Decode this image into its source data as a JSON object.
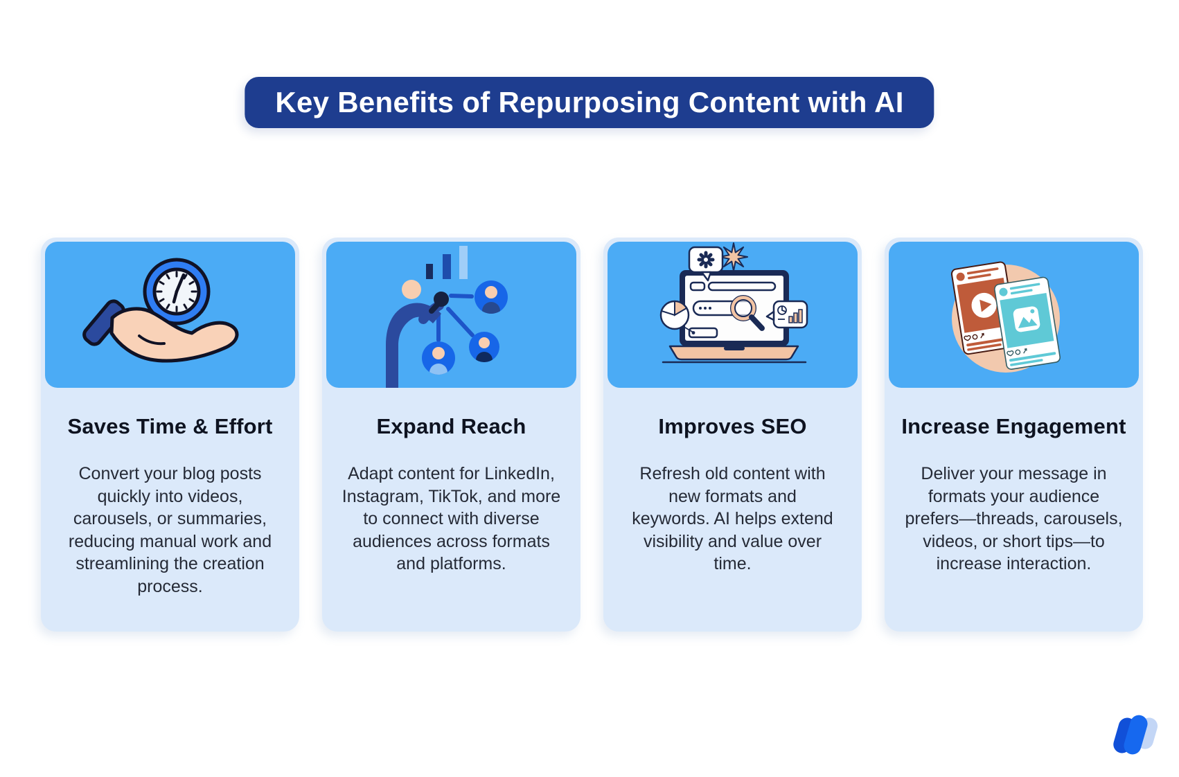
{
  "title": {
    "text": "Key Benefits of Repurposing Content with AI"
  },
  "cards": [
    {
      "heading": "Saves Time & Effort",
      "body": "Convert your blog posts quickly into videos, carousels, or summaries, reducing manual work and streamlining the creation process.",
      "icon": "hand-holding-clock-illustration"
    },
    {
      "heading": "Expand Reach",
      "body": "Adapt content for LinkedIn, Instagram, TikTok, and more to connect with diverse audiences across formats and platforms.",
      "icon": "speaker-audience-network-illustration"
    },
    {
      "heading": "Improves SEO",
      "body": "Refresh old content with new formats and keywords. AI helps extend visibility and value over time.",
      "icon": "laptop-search-seo-illustration"
    },
    {
      "heading": "Increase Engagement",
      "body": "Deliver your message in formats your audience prefers—threads, carousels, videos, or short tips—to increase interaction.",
      "icon": "social-media-posts-illustration"
    }
  ],
  "colors": {
    "banner_bg": "#1e3d8f",
    "banner_text": "#ffffff",
    "card_media_bg": "#4babf5",
    "card_body_bg": "#dbe9fa",
    "heading_text": "#0e1320",
    "body_text": "#252a36",
    "illustration_navy": "#2b4a9e",
    "illustration_blue": "#1766e8",
    "illustration_peach": "#f2c4a4",
    "illustration_skin": "#f8ceb0",
    "accent_orange": "#bf5b3a",
    "accent_teal": "#5fc9d6"
  },
  "logo": {
    "name": "w-brand-mark",
    "pill_colors": [
      "#1150d8",
      "#1668ef",
      "#c3d6f6"
    ]
  }
}
